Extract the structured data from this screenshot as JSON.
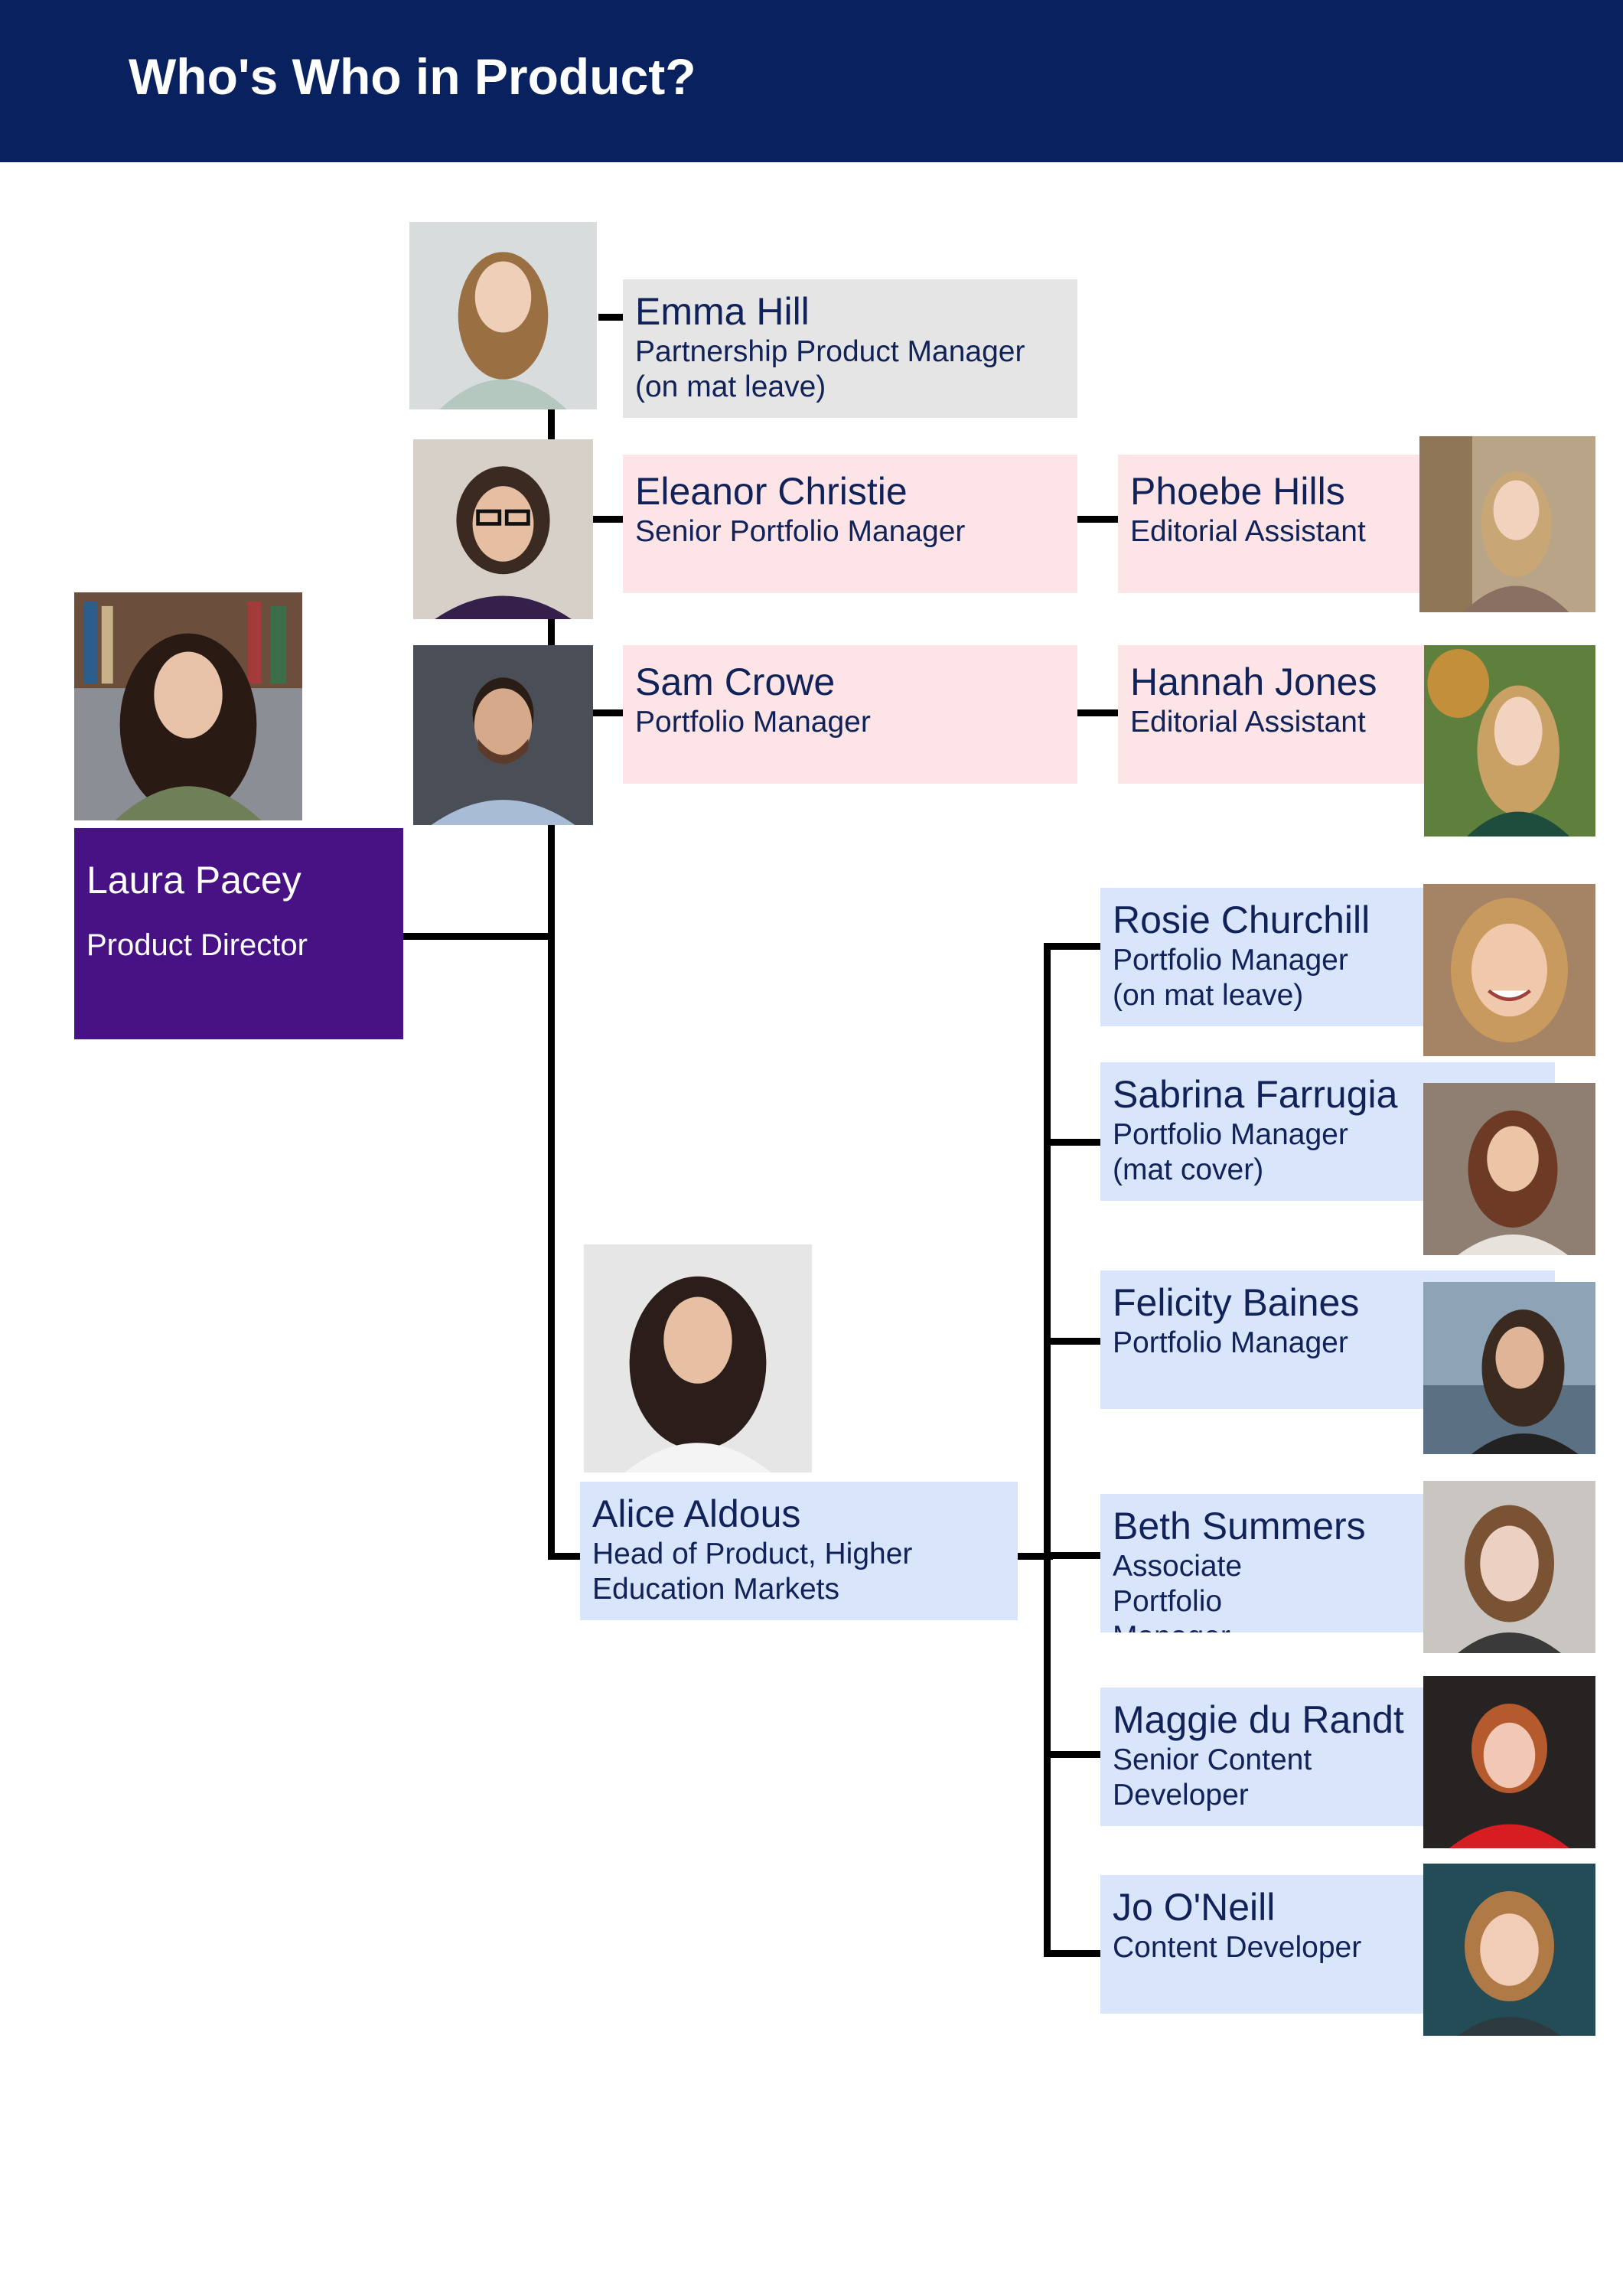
{
  "header": {
    "title": "Who's Who in Product?"
  },
  "colors": {
    "header_bg": "#0a2160",
    "director_bg": "#471384",
    "gray_card": "#e5e5e5",
    "pink_card": "#fde5e7",
    "blue_card": "#d9e5fb",
    "text_navy": "#102258"
  },
  "people": {
    "laura": {
      "name": "Laura Pacey",
      "role": "Product Director"
    },
    "emma": {
      "name": "Emma Hill",
      "role": "Partnership Product Manager (on mat leave)"
    },
    "eleanor": {
      "name": "Eleanor Christie",
      "role": "Senior Portfolio Manager"
    },
    "phoebe": {
      "name": "Phoebe Hills",
      "role": "Editorial Assistant"
    },
    "sam": {
      "name": "Sam Crowe",
      "role": "Portfolio Manager"
    },
    "hannah": {
      "name": "Hannah Jones",
      "role": "Editorial Assistant"
    },
    "alice": {
      "name": "Alice Aldous",
      "role": "Head of Product, Higher Education Markets"
    },
    "rosie": {
      "name": "Rosie Churchill",
      "role": "Portfolio Manager (on mat leave)"
    },
    "sabrina": {
      "name": "Sabrina Farrugia",
      "role": "Portfolio Manager (mat cover)"
    },
    "felicity": {
      "name": "Felicity Baines",
      "role": "Portfolio Manager"
    },
    "beth": {
      "name": "Beth Summers",
      "role": "Associate Portfolio Manager"
    },
    "maggie": {
      "name": "Maggie du Randt",
      "role": "Senior Content Developer"
    },
    "jo": {
      "name": "Jo O'Neill",
      "role": "Content Developer"
    }
  }
}
